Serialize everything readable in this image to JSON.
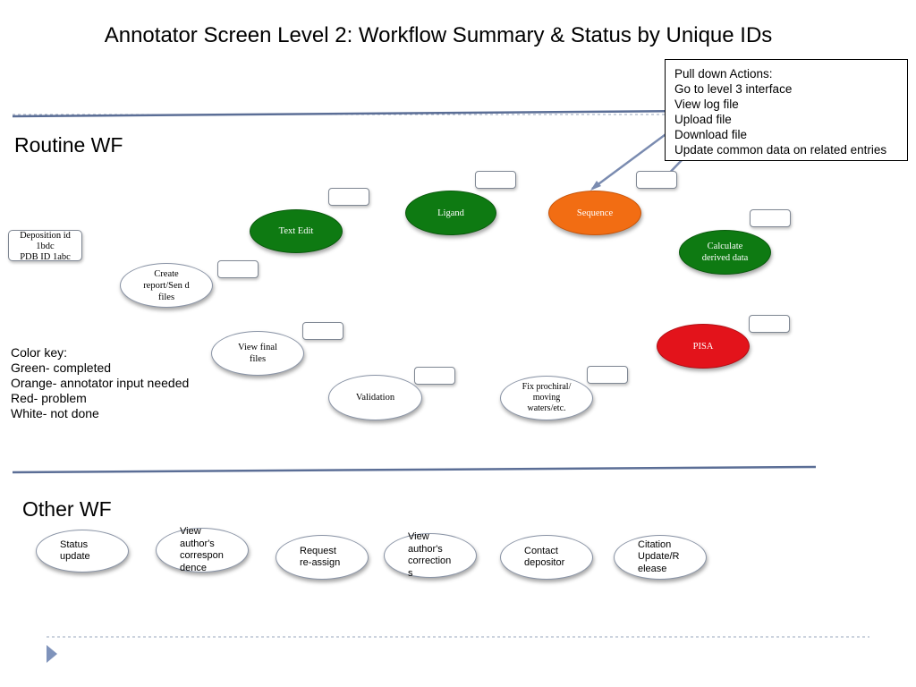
{
  "title": "Annotator Screen   Level 2: Workflow Summary & Status by Unique IDs",
  "menu": {
    "heading": "Pull down Actions:",
    "items": [
      "Go to level 3 interface",
      "View log file",
      "Upload file",
      "Download file",
      "Update common data on related entries"
    ]
  },
  "routine": {
    "heading": "Routine WF",
    "deposition": {
      "line1": "Deposition id",
      "line2": "1bdc",
      "line3": "PDB ID 1abc"
    },
    "nodes": {
      "text_edit": "Text Edit",
      "ligand": "Ligand",
      "sequence": "Sequence",
      "calculate": "Calculate derived data",
      "create_report": "Create report/Sen d files",
      "view_final": "View final files",
      "validation": "Validation",
      "fix": "Fix prochiral/ moving waters/etc.",
      "pisa": "PISA"
    }
  },
  "color_key": {
    "heading": "Color key:",
    "green": "Green- completed",
    "orange": "Orange- annotator input needed",
    "red": "Red- problem",
    "white": "White- not done"
  },
  "colors": {
    "green": "#0e7a12",
    "orange": "#f26d13",
    "red": "#e3131b",
    "white": "#ffffff"
  },
  "other": {
    "heading": "Other WF",
    "nodes": {
      "status_update": "Status update",
      "view_correspondence": "View author's correspon dence",
      "request_reassign": "Request re-assign",
      "view_corrections": "View author's correction s",
      "contact_depositor": "Contact depositor",
      "citation": "Citation Update/R elease"
    }
  }
}
